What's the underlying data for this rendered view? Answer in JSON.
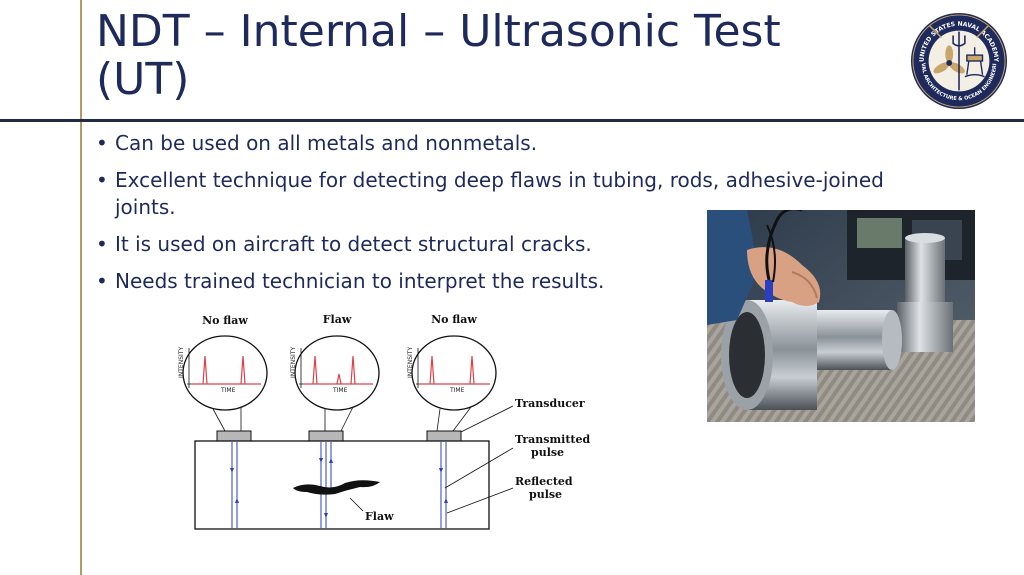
{
  "slide": {
    "title": "NDT – Internal – Ultrasonic Test (UT)",
    "logo_text_top": "UNITED STATES NAVAL ACADEMY",
    "logo_text_bottom": "NAVAL ARCHITECTURE & OCEAN ENGINEERING",
    "bullet_glyph": "•",
    "bullets": [
      "Can be used on all metals and nonmetals.",
      "Excellent technique for detecting deep flaws in tubing, rods,  adhesive-joined joints.",
      "It is used on aircraft to detect structural cracks.",
      "Needs trained technician to interpret the results."
    ]
  },
  "diagram": {
    "scope_labels": [
      "No flaw",
      "Flaw",
      "No flaw"
    ],
    "y_axis_label": "INTENSITY",
    "x_axis_label": "TIME",
    "callouts": {
      "transducer": "Transducer",
      "transmitted_1": "Transmitted",
      "transmitted_2": "pulse",
      "reflected_1": "Reflected",
      "reflected_2": "pulse",
      "flaw": "Flaw"
    }
  },
  "colors": {
    "title": "#1f2a5c",
    "accent_gold": "#b89a6a",
    "rule": "#1f2a44",
    "signal": "#e0404a",
    "pulse_arrow": "#2a3fbf"
  }
}
